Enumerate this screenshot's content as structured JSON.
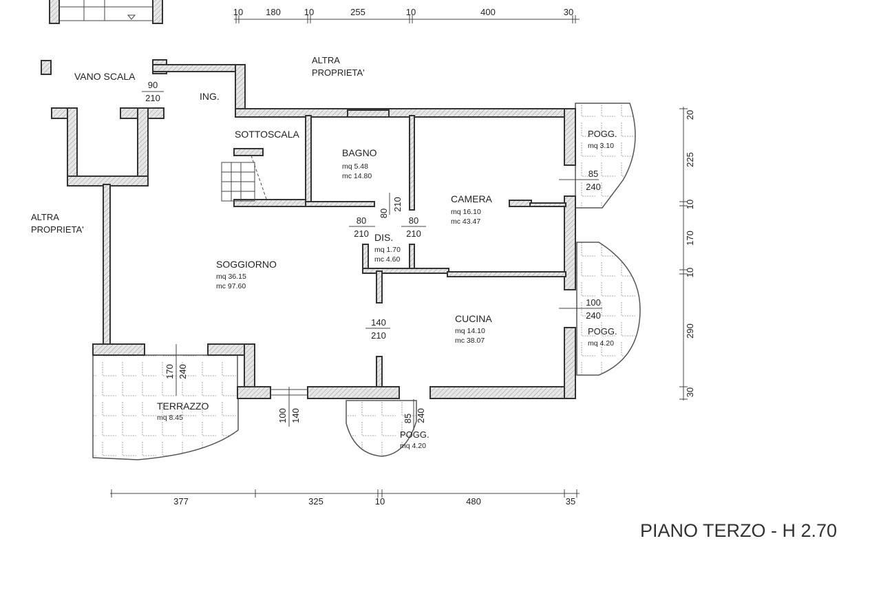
{
  "plan": {
    "title": "PIANO TERZO - H 2.70",
    "labels": {
      "vano_scala": "VANO SCALA",
      "ing": "ING.",
      "altra_top_1": "ALTRA",
      "altra_top_2": "PROPRIETA'",
      "altra_left_1": "ALTRA",
      "altra_left_2": "PROPRIETA'"
    },
    "rooms": [
      {
        "name": "SOTTOSCALA"
      },
      {
        "name": "BAGNO",
        "mq": "mq 5.48",
        "mc": "mc 14.80"
      },
      {
        "name": "CAMERA",
        "mq": "mq 16.10",
        "mc": "mc 43.47"
      },
      {
        "name": "DIS.",
        "mq": "mq 1.70",
        "mc": "mc 4.60"
      },
      {
        "name": "SOGGIORNO",
        "mq": "mq 36.15",
        "mc": "mc 97.60"
      },
      {
        "name": "CUCINA",
        "mq": "mq 14.10",
        "mc": "mc 38.07"
      },
      {
        "name": "POGG.",
        "mq": "mq 3.10"
      },
      {
        "name": "POGG.",
        "mq": "mq 4.20"
      },
      {
        "name": "TERRAZZO",
        "mq": "mq 8.45"
      },
      {
        "name": "POGG.",
        "mq": "mq 4.20"
      }
    ],
    "openings": [
      {
        "w": "90",
        "h": "210"
      },
      {
        "w": "80",
        "h": "210"
      },
      {
        "w": "80",
        "h": "210"
      },
      {
        "w": "80",
        "h": "210"
      },
      {
        "w": "140",
        "h": "210"
      },
      {
        "w": "85",
        "h": "240"
      },
      {
        "w": "100",
        "h": "240"
      },
      {
        "w": "170",
        "h": "240"
      },
      {
        "w": "100",
        "h": "140"
      },
      {
        "w": "85",
        "h": "240"
      }
    ],
    "dims_top": [
      "10",
      "180",
      "10",
      "255",
      "10",
      "400",
      "30"
    ],
    "dims_bottom": [
      "377",
      "325",
      "10",
      "480",
      "35"
    ],
    "dims_right": [
      "20",
      "225",
      "10",
      "170",
      "10",
      "290",
      "30"
    ]
  }
}
